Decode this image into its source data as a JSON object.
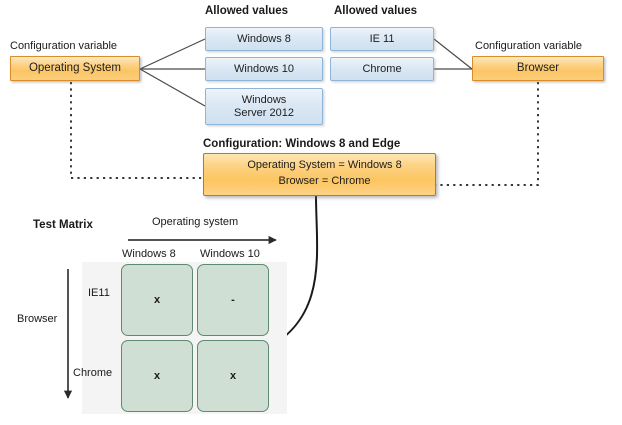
{
  "diagram": {
    "title": "Configuration variables, allowed values and test matrix"
  },
  "colors": {
    "orange_fill": "#fbc565",
    "orange_border": "#d98c2b",
    "config_border": "#c4761f",
    "blue_fill": "#dbe8f4",
    "blue_border": "#8fb4d9",
    "matrix_cell_fill": "#cfdfd4",
    "matrix_cell_border": "#5f8a70",
    "matrix_bg": "#f4f4f4",
    "line": "#404040",
    "text": "#1a1a1a"
  },
  "captions": {
    "config_var_left": "Configuration variable",
    "config_var_right": "Configuration variable",
    "allowed_values_left": "Allowed values",
    "allowed_values_right": "Allowed values",
    "config_title": "Configuration: Windows 8 and Edge",
    "test_matrix": "Test Matrix"
  },
  "variables": {
    "os": {
      "name": "Operating System",
      "allowed_values": [
        "Windows 8",
        "Windows 10",
        "Windows\nServer 2012"
      ],
      "allowed_values_display": [
        {
          "line1": "Windows 8",
          "line2": ""
        },
        {
          "line1": "Windows 10",
          "line2": ""
        },
        {
          "line1": "Windows",
          "line2": "Server 2012"
        }
      ]
    },
    "browser": {
      "name": "Browser",
      "allowed_values": [
        "IE 11",
        "Chrome"
      ],
      "allowed_values_display": [
        {
          "line1": "IE 11",
          "line2": ""
        },
        {
          "line1": "Chrome",
          "line2": ""
        }
      ]
    }
  },
  "configuration": {
    "title": "Configuration: Windows 8 and Edge",
    "lines": [
      "Operating System = Windows 8",
      "Browser = Chrome"
    ]
  },
  "matrix": {
    "label": "Test Matrix",
    "x_axis_label": "Operating system",
    "y_axis_label": "Browser",
    "column_headers": [
      "Windows 8",
      "Windows 10"
    ],
    "row_headers": [
      "IE11",
      "Chrome"
    ],
    "cells": [
      [
        "x",
        "-"
      ],
      [
        "x",
        "x"
      ]
    ]
  }
}
